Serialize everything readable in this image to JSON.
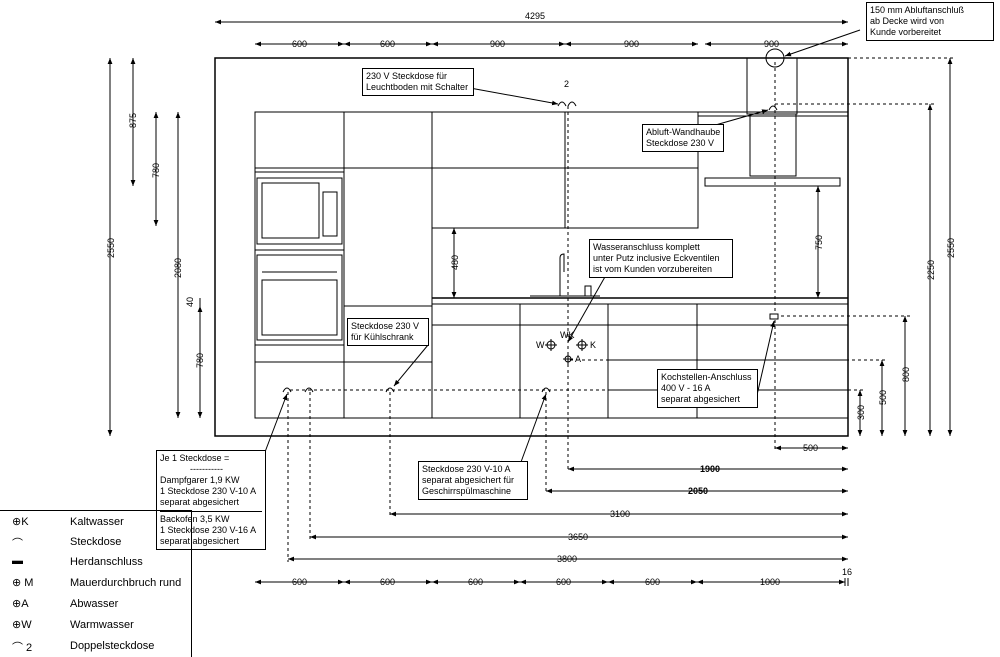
{
  "dims": {
    "total_top": "4295",
    "top_segments": [
      "600",
      "600",
      "900",
      "900",
      "900"
    ],
    "bottom_segments": [
      "600",
      "600",
      "600",
      "600",
      "600",
      "1000"
    ],
    "bottom_end": "16",
    "left_outer": "2550",
    "left_875": "875",
    "left_780_top": "780",
    "left_2080": "2080",
    "left_40": "40",
    "left_780_low": "780",
    "center_480": "480",
    "right_750": "750",
    "right_2250": "2250",
    "right_2550": "2550",
    "right_800": "800",
    "right_500": "500",
    "right_300": "300",
    "dist_500": "500",
    "dist_1900": "1900",
    "dist_2050": "2050",
    "dist_3100": "3100",
    "dist_3650": "3650",
    "dist_3800": "3800",
    "outlet_double_count": "2"
  },
  "symbols": {
    "w_label": "W",
    "k_label": "K",
    "a_label": "A",
    "wk_label": "WK"
  },
  "notes": {
    "exhaust": [
      "150 mm Abluftanschluß",
      "ab Decke wird von",
      "Kunde vorbereitet"
    ],
    "light_outlet": [
      "230 V Steckdose für",
      "Leuchtboden mit Schalter"
    ],
    "hood": [
      "Abluft-Wandhaube",
      "Steckdose 230 V"
    ],
    "water": [
      "Wasseranschluss komplett",
      "unter Putz inclusive Eckventilen",
      "ist vom Kunden vorzubereiten"
    ],
    "fridge": [
      "Steckdose 230 V",
      "für Kühlschrank"
    ],
    "cooktop": [
      "Kochstellen-Anschluss",
      "400 V - 16 A",
      "separat abgesichert"
    ],
    "dishwasher": [
      "Steckdose 230 V-10 A",
      "separat abgesichert für",
      "Geschirrspülmaschine"
    ],
    "appliances": {
      "line1": "Je 1 Steckdose =",
      "line2": "-----------",
      "line3": "Dampfgarer 1,9 KW",
      "line4": "1 Steckdose 230 V-10 A",
      "line5": "separat abgesichert",
      "line6": "Backofen 3,5 KW",
      "line7": "1 Steckdose 230 V-16 A",
      "line8": "separat abgesichert"
    }
  },
  "legend": [
    {
      "symbol": "⊕K",
      "icon": "crosshair-icon",
      "label": "Kaltwasser"
    },
    {
      "symbol": "⌒",
      "icon": "outlet-icon",
      "label": "Steckdose"
    },
    {
      "symbol": "▬",
      "icon": "stove-connection-icon",
      "label": "Herdanschluss"
    },
    {
      "symbol": "⊕ M",
      "icon": "crosshair-icon",
      "label": "Mauerdurchbruch rund"
    },
    {
      "symbol": "⊕A",
      "icon": "crosshair-icon",
      "label": "Abwasser"
    },
    {
      "symbol": "⊕W",
      "icon": "crosshair-icon",
      "label": "Warmwasser"
    },
    {
      "symbol": "⌒ 2",
      "icon": "double-outlet-icon",
      "label": "Doppelsteckdose"
    }
  ]
}
